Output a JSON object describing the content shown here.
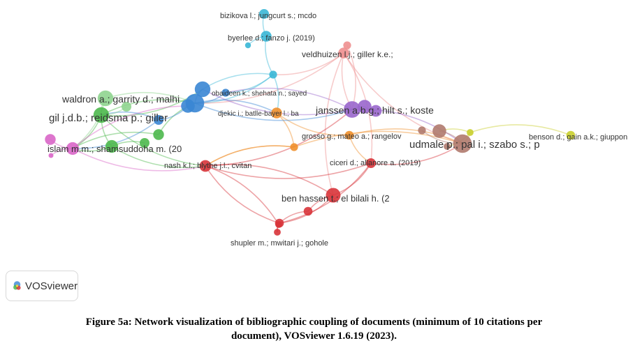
{
  "colors": {
    "cyan": "#3ab7d6",
    "blue": "#3a86d4",
    "green": "#4cb84c",
    "pink": "#d966c8",
    "red": "#d8343a",
    "pinkred": "#ee8f8f",
    "orange": "#f0902c",
    "purple": "#9966cc",
    "brown": "#b07a6e",
    "yellow": "#c9cf2e",
    "lightgreen": "#8fd48f"
  },
  "nodes": [
    {
      "id": "bizikova",
      "label": "bizikova l.; jungcurt s.; mcdo",
      "c": "cyan",
      "s": 1
    },
    {
      "id": "byerlee",
      "label": "byerlee d.; fanzo j. (2019)",
      "c": "cyan",
      "s": 1.1
    },
    {
      "id": "cyan3",
      "label": "",
      "c": "cyan",
      "s": 0.6
    },
    {
      "id": "cyan4",
      "label": "",
      "c": "cyan",
      "s": 0.8
    },
    {
      "id": "veldhuizen",
      "label": "veldhuizen l.j.; giller k.e.;",
      "c": "pinkred",
      "s": 1.1
    },
    {
      "id": "pinkred2",
      "label": "",
      "c": "pinkred",
      "s": 0.8
    },
    {
      "id": "obaideen",
      "label": "obaideen k.; shehata n.; sayed",
      "c": "blue",
      "s": 0.8
    },
    {
      "id": "djekic",
      "label": "djekic i.; batlle-bayer l.; ba",
      "c": "orange",
      "s": 1.1
    },
    {
      "id": "janssen",
      "label": "janssen a.b.g.; hilt s.; koste",
      "c": "purple",
      "s": 1.7
    },
    {
      "id": "purple2",
      "label": "",
      "c": "purple",
      "s": 1.4
    },
    {
      "id": "purple3",
      "label": "",
      "c": "purple",
      "s": 1.2
    },
    {
      "id": "waldron",
      "label": "waldron a.; garrity d.; malhi",
      "c": "lightgreen",
      "s": 1.6
    },
    {
      "id": "gil",
      "label": "gil j.d.b.; reidsma p.; giller",
      "c": "green",
      "s": 1.6
    },
    {
      "id": "blue1",
      "label": "",
      "c": "blue",
      "s": 1.6
    },
    {
      "id": "blue2",
      "label": "",
      "c": "blue",
      "s": 1.9
    },
    {
      "id": "blue3",
      "label": "",
      "c": "blue",
      "s": 1.4
    },
    {
      "id": "blue4",
      "label": "",
      "c": "blue",
      "s": 1.0
    },
    {
      "id": "islam",
      "label": "islam m.m.; shamsuddoha m. (20",
      "c": "pink",
      "s": 1.3
    },
    {
      "id": "pink2",
      "label": "",
      "c": "pink",
      "s": 1.1
    },
    {
      "id": "pink3",
      "label": "",
      "c": "pink",
      "s": 0.5
    },
    {
      "id": "green2",
      "label": "",
      "c": "green",
      "s": 1.3
    },
    {
      "id": "green3",
      "label": "",
      "c": "green",
      "s": 1.1
    },
    {
      "id": "green4",
      "label": "",
      "c": "green",
      "s": 1.0
    },
    {
      "id": "lg2",
      "label": "",
      "c": "lightgreen",
      "s": 1.0
    },
    {
      "id": "grosso",
      "label": "grosso g.; mateo a.; rangelov",
      "c": "orange",
      "s": 0.9
    },
    {
      "id": "orange3",
      "label": "",
      "c": "orange",
      "s": 0.8
    },
    {
      "id": "udmale",
      "label": "udmale p.; pal i.; szabo s.; p",
      "c": "brown",
      "s": 1.9
    },
    {
      "id": "brown2",
      "label": "",
      "c": "brown",
      "s": 1.4
    },
    {
      "id": "brown3",
      "label": "",
      "c": "brown",
      "s": 0.8
    },
    {
      "id": "brown4",
      "label": "",
      "c": "brown",
      "s": 0.7
    },
    {
      "id": "benson",
      "label": "benson d.; gain a.k.; giupponi",
      "c": "yellow",
      "s": 0.9
    },
    {
      "id": "yellow2",
      "label": "",
      "c": "yellow",
      "s": 0.7
    },
    {
      "id": "nash",
      "label": "nash k.l.; blythe j.l.; cvitan",
      "c": "red",
      "s": 1.2
    },
    {
      "id": "ciceri",
      "label": "ciceri d.; allanore a. (2019)",
      "c": "red",
      "s": 1.0
    },
    {
      "id": "benhassen",
      "label": "ben hassen t.; el bilali h. (2",
      "c": "red",
      "s": 1.5
    },
    {
      "id": "red2",
      "label": "",
      "c": "red",
      "s": 0.9
    },
    {
      "id": "red3",
      "label": "",
      "c": "red",
      "s": 0.7
    },
    {
      "id": "shupler",
      "label": "shupler m.; mwitari j.; gohole",
      "c": "red",
      "s": 0.9
    },
    {
      "id": "red5",
      "label": "",
      "c": "red",
      "s": 0.7
    }
  ],
  "links": [
    [
      "gil",
      "blue2",
      "green"
    ],
    [
      "gil",
      "blue1",
      "green"
    ],
    [
      "gil",
      "islam",
      "green"
    ],
    [
      "gil",
      "green2",
      "green"
    ],
    [
      "waldron",
      "blue2",
      "lightgreen"
    ],
    [
      "waldron",
      "gil",
      "lightgreen"
    ],
    [
      "waldron",
      "islam",
      "lightgreen"
    ],
    [
      "islam",
      "green2",
      "green"
    ],
    [
      "islam",
      "green3",
      "green"
    ],
    [
      "islam",
      "nash",
      "pink"
    ],
    [
      "islam",
      "pink2",
      "pink"
    ],
    [
      "green2",
      "nash",
      "green"
    ],
    [
      "green3",
      "blue2",
      "green"
    ],
    [
      "gil",
      "nash",
      "green"
    ],
    [
      "islam",
      "blue3",
      "pink"
    ],
    [
      "blue2",
      "obaideen",
      "blue"
    ],
    [
      "blue2",
      "blue1",
      "blue"
    ],
    [
      "blue2",
      "cyan4",
      "cyan"
    ],
    [
      "blue1",
      "cyan4",
      "cyan"
    ],
    [
      "blue2",
      "veldhuizen",
      "pinkred"
    ],
    [
      "blue2",
      "djekic",
      "blue"
    ],
    [
      "blue1",
      "janssen",
      "purple"
    ],
    [
      "obaideen",
      "janssen",
      "purple"
    ],
    [
      "obaideen",
      "cyan4",
      "cyan"
    ],
    [
      "cyan4",
      "byerlee",
      "cyan"
    ],
    [
      "cyan4",
      "veldhuizen",
      "pinkred"
    ],
    [
      "byerlee",
      "bizikova",
      "cyan"
    ],
    [
      "byerlee",
      "cyan3",
      "cyan"
    ],
    [
      "cyan4",
      "djekic",
      "cyan"
    ],
    [
      "veldhuizen",
      "janssen",
      "pinkred"
    ],
    [
      "veldhuizen",
      "ciceri",
      "pinkred"
    ],
    [
      "veldhuizen",
      "udmale",
      "pinkred"
    ],
    [
      "pinkred2",
      "janssen",
      "pinkred"
    ],
    [
      "veldhuizen",
      "benhassen",
      "pinkred"
    ],
    [
      "janssen",
      "purple2",
      "purple"
    ],
    [
      "purple2",
      "purple3",
      "purple"
    ],
    [
      "janssen",
      "udmale",
      "purple"
    ],
    [
      "djekic",
      "grosso",
      "orange"
    ],
    [
      "djekic",
      "orange3",
      "orange"
    ],
    [
      "orange3",
      "nash",
      "orange"
    ],
    [
      "grosso",
      "udmale",
      "orange"
    ],
    [
      "grosso",
      "ciceri",
      "orange"
    ],
    [
      "orange3",
      "udmale",
      "orange"
    ],
    [
      "udmale",
      "brown2",
      "brown"
    ],
    [
      "udmale",
      "brown3",
      "brown"
    ],
    [
      "udmale",
      "yellow2",
      "yellow"
    ],
    [
      "yellow2",
      "benson",
      "yellow"
    ],
    [
      "brown4",
      "yellow2",
      "yellow"
    ],
    [
      "brown2",
      "yellow2",
      "yellow"
    ],
    [
      "ciceri",
      "udmale",
      "red"
    ],
    [
      "ciceri",
      "benhassen",
      "red"
    ],
    [
      "benhassen",
      "red2",
      "red"
    ],
    [
      "benhassen",
      "shupler",
      "red"
    ],
    [
      "red2",
      "shupler",
      "red"
    ],
    [
      "nash",
      "benhassen",
      "red"
    ],
    [
      "nash",
      "shupler",
      "red"
    ],
    [
      "nash",
      "red5",
      "red"
    ],
    [
      "red5",
      "red3",
      "red"
    ],
    [
      "nash",
      "orange3",
      "orange"
    ],
    [
      "nash",
      "janssen",
      "red"
    ],
    [
      "blue3",
      "blue4",
      "blue"
    ],
    [
      "blue4",
      "gil",
      "blue"
    ],
    [
      "blue4",
      "islam",
      "blue"
    ],
    [
      "nash",
      "ciceri",
      "red"
    ],
    [
      "lg2",
      "gil",
      "lightgreen"
    ],
    [
      "green4",
      "green2",
      "green"
    ],
    [
      "pink3",
      "islam",
      "pink"
    ],
    [
      "shupler",
      "ciceri",
      "red"
    ],
    [
      "red3",
      "shupler",
      "red"
    ],
    [
      "blue2",
      "janssen",
      "blue"
    ]
  ],
  "logo": {
    "text": "VOSviewer"
  },
  "caption": {
    "line1": "Figure 5a: Network visualization of bibliographic coupling of documents (minimum of 10 citations per",
    "line2": "document), VOSviewer 1.6.19 (2023)."
  }
}
